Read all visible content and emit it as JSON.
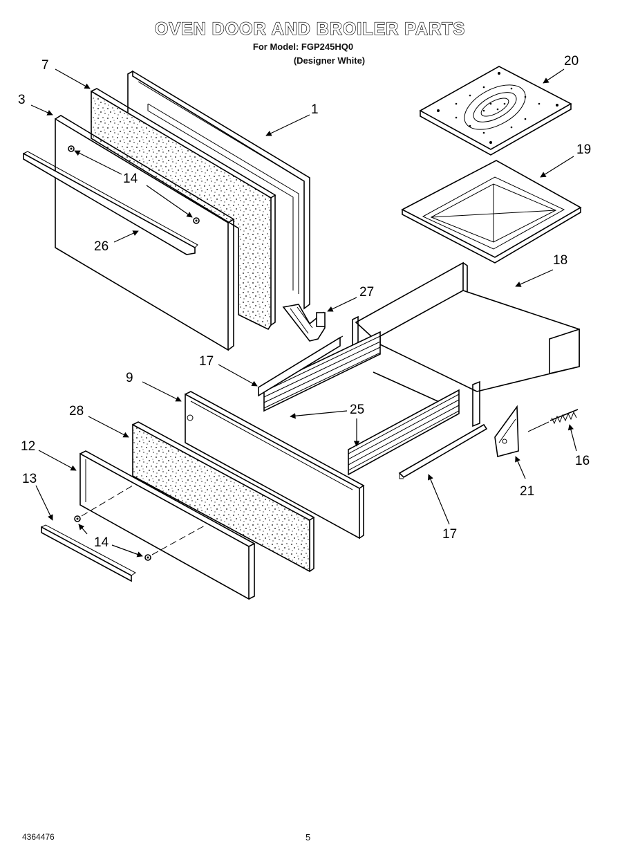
{
  "header": {
    "title": "OVEN DOOR AND BROILER PARTS",
    "model_line": "For Model: FGP245HQ0",
    "color_line": "(Designer White)"
  },
  "footer": {
    "doc_number": "4364476",
    "page_number": "5"
  },
  "callouts": {
    "c1": "1",
    "c3": "3",
    "c7": "7",
    "c9": "9",
    "c12": "12",
    "c13": "13",
    "c14a": "14",
    "c14b": "14",
    "c16": "16",
    "c17a": "17",
    "c17b": "17",
    "c18": "18",
    "c19": "19",
    "c20": "20",
    "c21": "21",
    "c25": "25",
    "c26": "26",
    "c27": "27",
    "c28": "28"
  }
}
